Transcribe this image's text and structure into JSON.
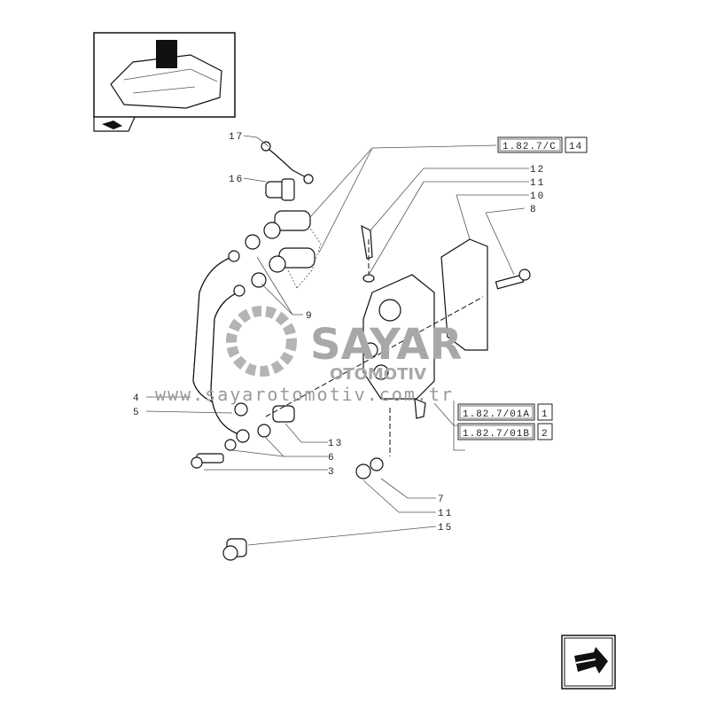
{
  "reference_boxes": [
    {
      "code": "1.82.7/C",
      "item": "14"
    },
    {
      "code": "1.82.7/01A",
      "item": "1"
    },
    {
      "code": "1.82.7/01B",
      "item": "2"
    }
  ],
  "callouts": {
    "c17": "17",
    "c16": "16",
    "c12": "12",
    "c11a": "11",
    "c10": "10",
    "c8": "8",
    "c9": "9",
    "c4": "4",
    "c5": "5",
    "c13": "13",
    "c6": "6",
    "c3": "3",
    "c7": "7",
    "c11b": "11",
    "c15": "15"
  },
  "watermark": {
    "brand": "SAYAR",
    "sub": "OTOMOTIV",
    "url": "www.sayarotomotiv.com.tr"
  }
}
